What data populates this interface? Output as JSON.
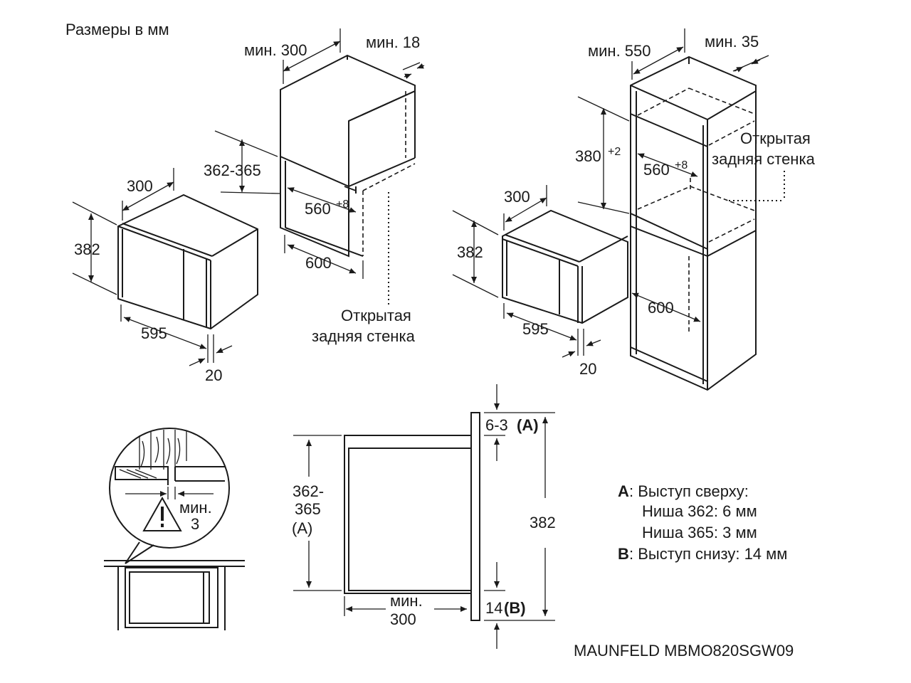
{
  "title": "Размеры в мм",
  "top_left": {
    "min_300": "мин. 300",
    "min_18": "мин. 18",
    "d_362_365": "362-365",
    "d_560": "560",
    "tol_8": "+8",
    "d_600": "600",
    "d_300": "300",
    "d_382": "382",
    "d_595": "595",
    "d_20": "20",
    "open_back_1": "Открытая",
    "open_back_2": "задняя стенка"
  },
  "top_right": {
    "min_550": "мин. 550",
    "min_35": "мин. 35",
    "d_380": "380",
    "tol_2": "+2",
    "d_560": "560",
    "tol_8": "+8",
    "open_back_1": "Открытая",
    "open_back_2": "задняя стенка",
    "d_300": "300",
    "d_382": "382",
    "d_600": "600",
    "d_595": "595",
    "d_20": "20"
  },
  "detail": {
    "min_label": "мин.",
    "min_value": "3"
  },
  "section": {
    "h1": "362-",
    "h2": "365",
    "h3": "(A)",
    "min_label": "мин.",
    "min_value": "300",
    "d_382": "382",
    "top_gap": "6-3",
    "top_gap_ref": "(A)",
    "bottom_gap": "14",
    "bottom_gap_ref": "(B)"
  },
  "legend": {
    "a_key": "A",
    "a_text": ": Выступ сверху:",
    "a_line1": "Ниша 362: 6 мм",
    "a_line2": "Ниша 365: 3 мм",
    "b_key": "B",
    "b_text": ": Выступ снизу: 14 мм"
  },
  "model": "MAUNFELD MBMO820SGW09"
}
